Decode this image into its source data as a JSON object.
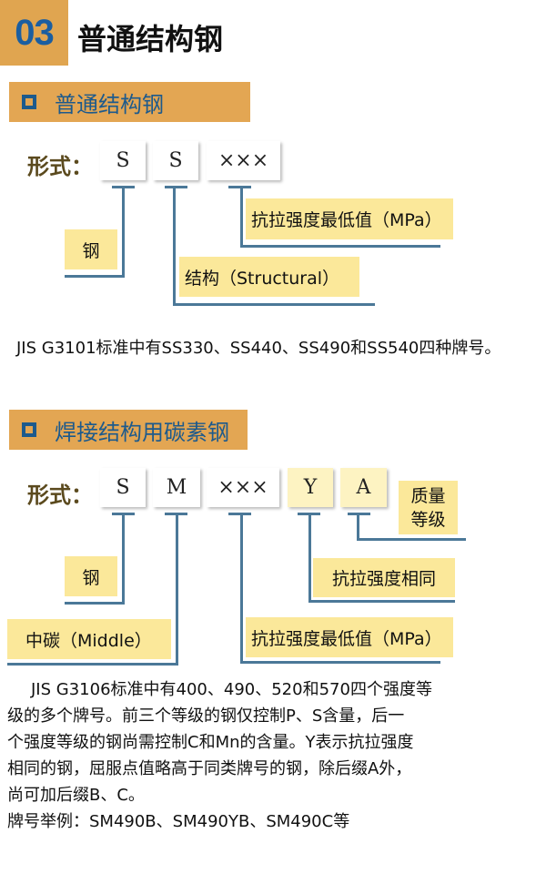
{
  "header": {
    "number": "03",
    "title": "普通结构钢"
  },
  "section1": {
    "title": "普通结构钢",
    "form_label": "形式：",
    "codes": [
      "S",
      "S",
      "×××"
    ],
    "labels": {
      "steel": "钢",
      "structural": "结构（Structural）",
      "strength": "抗拉强度最低值（MPa）"
    },
    "note": "JIS G3101标准中有SS330、SS440、SS490和SS540四种牌号。"
  },
  "section2": {
    "title": "焊接结构用碳素钢",
    "form_label": "形式：",
    "codes": [
      "S",
      "M",
      "×××",
      "Y",
      "A"
    ],
    "labels": {
      "steel": "钢",
      "middle": "中碳（Middle）",
      "strength": "抗拉强度最低值（MPa）",
      "same": "抗拉强度相同",
      "quality": "质量等级"
    },
    "note_lines": [
      "JIS G3106标准中有400、490、520和570四个强度等",
      "级的多个牌号。前三个等级的钢仅控制P、S含量，后一",
      "个强度等级的钢尚需控制C和Mn的含量。Y表示抗拉强度",
      "相同的钢，屈服点值略高于同类牌号的钢，除后缀A外，",
      "尚可加后缀B、C。",
      "牌号举例：SM490B、SM490YB、SM490C等"
    ]
  }
}
